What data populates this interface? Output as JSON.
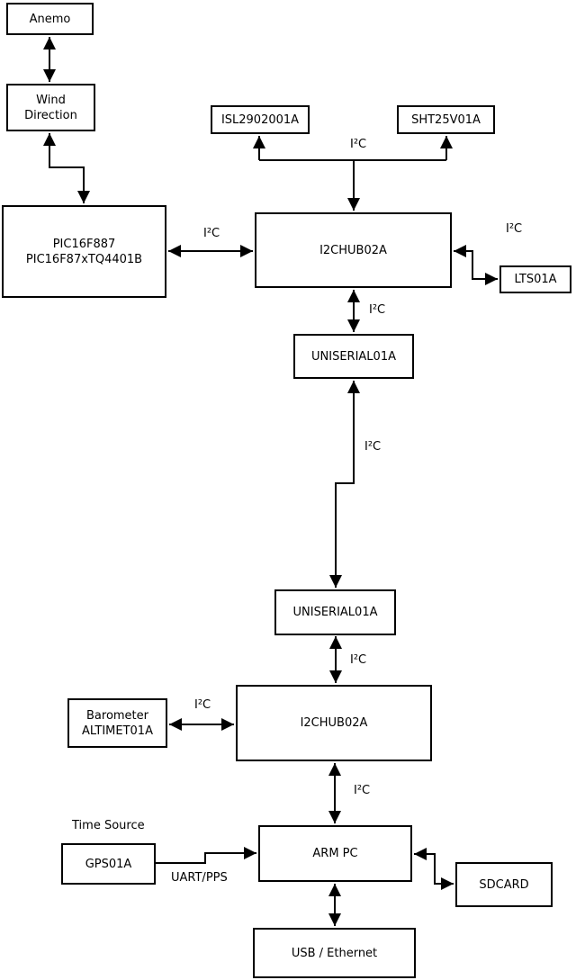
{
  "diagram": {
    "nodes": {
      "anemo": {
        "lines": [
          "Anemo"
        ]
      },
      "wind": {
        "lines": [
          "Wind",
          "Direction"
        ]
      },
      "pic": {
        "lines": [
          "PIC16F887",
          "PIC16F87xTQ4401B"
        ]
      },
      "isl": {
        "lines": [
          "ISL2902001A"
        ]
      },
      "sht": {
        "lines": [
          "SHT25V01A"
        ]
      },
      "hub1": {
        "lines": [
          "I2CHUB02A"
        ]
      },
      "lts": {
        "lines": [
          "LTS01A"
        ]
      },
      "uniserial1": {
        "lines": [
          "UNISERIAL01A"
        ]
      },
      "uniserial2": {
        "lines": [
          "UNISERIAL01A"
        ]
      },
      "barometer": {
        "lines": [
          "Barometer",
          "ALTIMET01A"
        ]
      },
      "hub2": {
        "lines": [
          "I2CHUB02A"
        ]
      },
      "gps": {
        "lines": [
          "GPS01A"
        ]
      },
      "armpc": {
        "lines": [
          "ARM PC"
        ]
      },
      "sdcard": {
        "lines": [
          "SDCARD"
        ]
      },
      "usb": {
        "lines": [
          "USB / Ethernet"
        ]
      }
    },
    "edge_labels": {
      "i2c": "I²C",
      "uart_pps": "UART/PPS"
    },
    "annotations": {
      "time_source": "Time Source"
    },
    "edges": [
      {
        "from": "Anemo",
        "to": "Wind Direction",
        "bidirectional": true,
        "label": ""
      },
      {
        "from": "Wind Direction",
        "to": "PIC16F887 PIC16F87xTQ4401B",
        "bidirectional": true,
        "label": ""
      },
      {
        "from": "PIC16F887 PIC16F87xTQ4401B",
        "to": "I2CHUB02A (top)",
        "bidirectional": true,
        "label": "I²C"
      },
      {
        "from": "I2CHUB02A (top)",
        "to": "ISL2902001A",
        "bidirectional": false,
        "label": "I²C"
      },
      {
        "from": "I2CHUB02A (top)",
        "to": "SHT25V01A",
        "bidirectional": false,
        "label": "I²C"
      },
      {
        "from": "I2CHUB02A (top)",
        "to": "LTS01A",
        "bidirectional": true,
        "label": "I²C"
      },
      {
        "from": "I2CHUB02A (top)",
        "to": "UNISERIAL01A (top)",
        "bidirectional": true,
        "label": "I²C"
      },
      {
        "from": "UNISERIAL01A (top)",
        "to": "UNISERIAL01A (bottom)",
        "bidirectional": true,
        "label": "I²C"
      },
      {
        "from": "UNISERIAL01A (bottom)",
        "to": "I2CHUB02A (bottom)",
        "bidirectional": true,
        "label": "I²C"
      },
      {
        "from": "Barometer ALTIMET01A",
        "to": "I2CHUB02A (bottom)",
        "bidirectional": true,
        "label": "I²C"
      },
      {
        "from": "I2CHUB02A (bottom)",
        "to": "ARM PC",
        "bidirectional": true,
        "label": "I²C"
      },
      {
        "from": "GPS01A",
        "to": "ARM PC",
        "bidirectional": false,
        "label": "UART/PPS"
      },
      {
        "from": "ARM PC",
        "to": "SDCARD",
        "bidirectional": true,
        "label": ""
      },
      {
        "from": "ARM PC",
        "to": "USB / Ethernet",
        "bidirectional": true,
        "label": ""
      }
    ],
    "colors": {
      "line": "#000000",
      "box_fill": "#ffffff",
      "background": "#ffffff",
      "text": "#000000"
    }
  }
}
